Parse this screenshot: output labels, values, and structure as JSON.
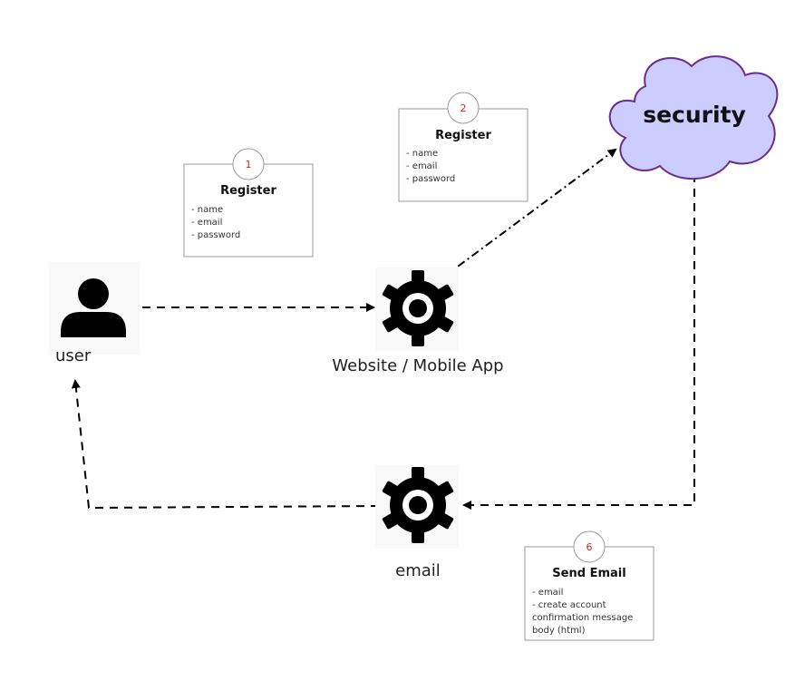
{
  "nodes": {
    "user": {
      "label": "user"
    },
    "app": {
      "label": "Website / Mobile App"
    },
    "security": {
      "label": "security"
    },
    "email": {
      "label": "email"
    }
  },
  "cards": [
    {
      "badge": "1",
      "title": "Register",
      "items": [
        "- name",
        "- email",
        "- password"
      ]
    },
    {
      "badge": "2",
      "title": "Register",
      "items": [
        "- name",
        "- email",
        "- password"
      ]
    },
    {
      "badge": "6",
      "title": "Send Email",
      "items": [
        "- email",
        "- create account",
        "confirmation message",
        "body (html)"
      ]
    }
  ],
  "colors": {
    "badge_number": "#e02020",
    "cloud_fill": "#ccccff",
    "cloud_stroke": "#6a2c91",
    "icon": "#000000",
    "card_border": "#9a9a9a",
    "line": "#000000"
  },
  "icons": {
    "user": "person-icon",
    "app": "gear-icon",
    "email": "gear-icon"
  }
}
